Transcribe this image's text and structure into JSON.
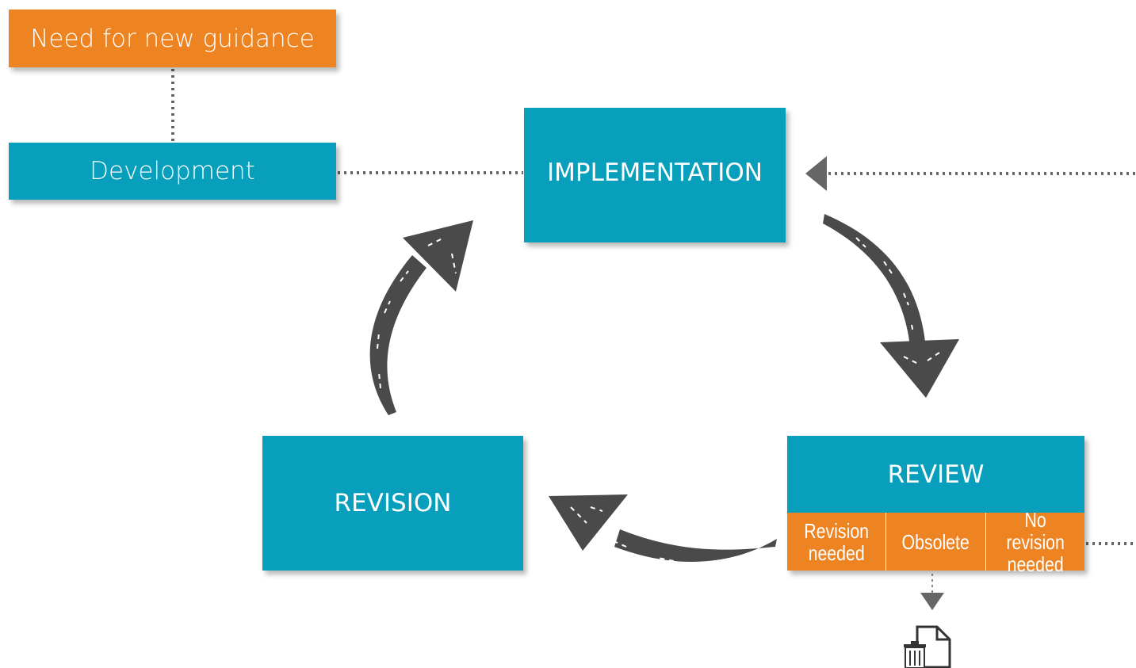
{
  "nodes": {
    "need": "Need for new guidance",
    "development": "Development",
    "implementation": "IMPLEMENTATION",
    "revision": "REVISION",
    "review": {
      "title": "REVIEW",
      "options": [
        "Revision needed",
        "Obsolete",
        "No revision needed"
      ]
    }
  },
  "colors": {
    "orange": "#ee8322",
    "teal": "#079fbb",
    "arrow": "#4a4a4a",
    "dotted_line": "#666666"
  },
  "icons": {
    "obsolete_outcome": "trash-document-icon"
  }
}
